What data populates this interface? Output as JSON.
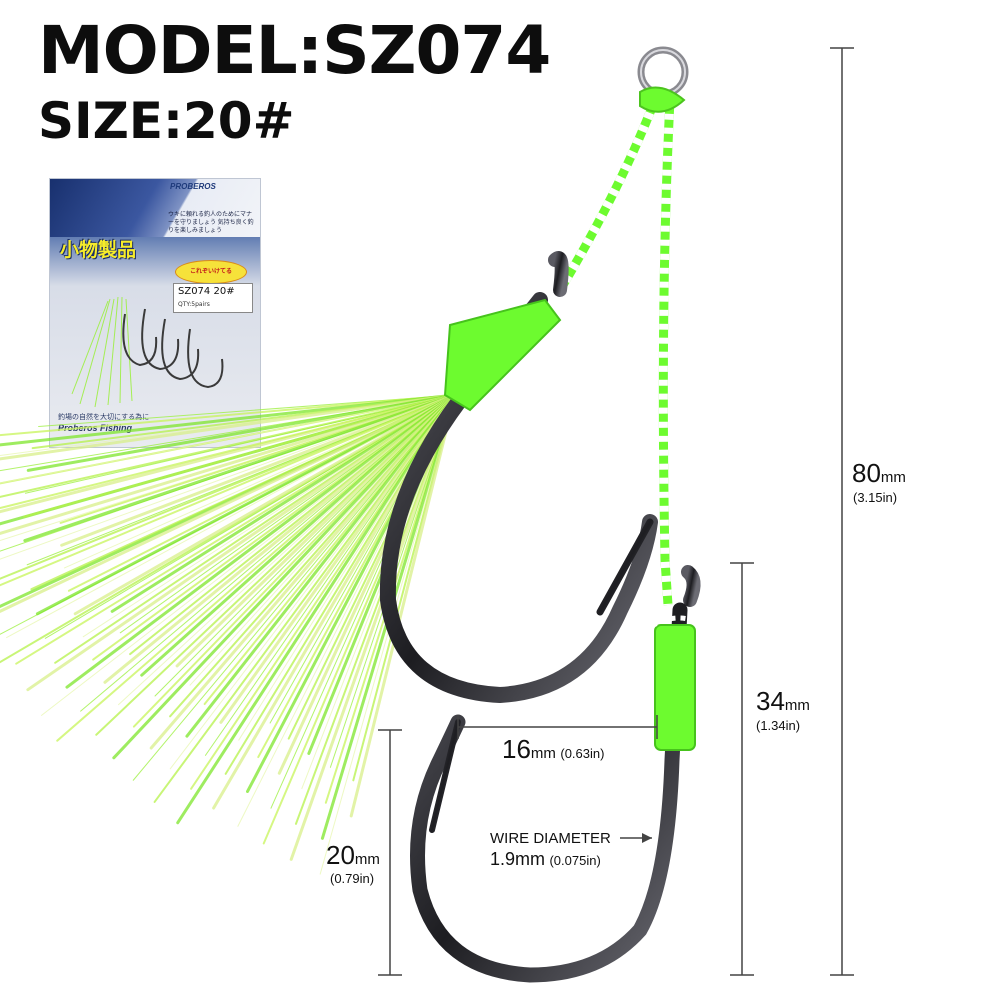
{
  "heading": {
    "model": "MODEL:SZ074",
    "size": "SIZE:20#"
  },
  "package": {
    "brand": "PROBEROS",
    "banner": "小物製品",
    "jp_text": "ウキに頼れる釣人のためにマナーを守りましょう 気持ち良く釣りを楽しみましょう",
    "sticker": "これぞいけてる",
    "code": "SZ074  20#",
    "qty": "QTY:5pairs",
    "footer_jp": "釣場の自然を大切にする為に",
    "footer_brand": "Proberos Fishing"
  },
  "dimensions": {
    "total_length": {
      "value": "80",
      "unit": "mm",
      "imperial": "(3.15in)"
    },
    "hook_length": {
      "value": "34",
      "unit": "mm",
      "imperial": "(1.34in)"
    },
    "gap_width": {
      "value": "16",
      "unit": "mm",
      "imperial": "(0.63in)"
    },
    "bend_height": {
      "value": "20",
      "unit": "mm",
      "imperial": "(0.79in)"
    },
    "wire": {
      "label": "WIRE DIAMETER",
      "value": "1.9mm",
      "imperial": "(0.075in)"
    }
  },
  "colors": {
    "cord_green": "#6dfb2f",
    "hook_metal": "#2a2a2e",
    "flash": "#b6f24a"
  }
}
